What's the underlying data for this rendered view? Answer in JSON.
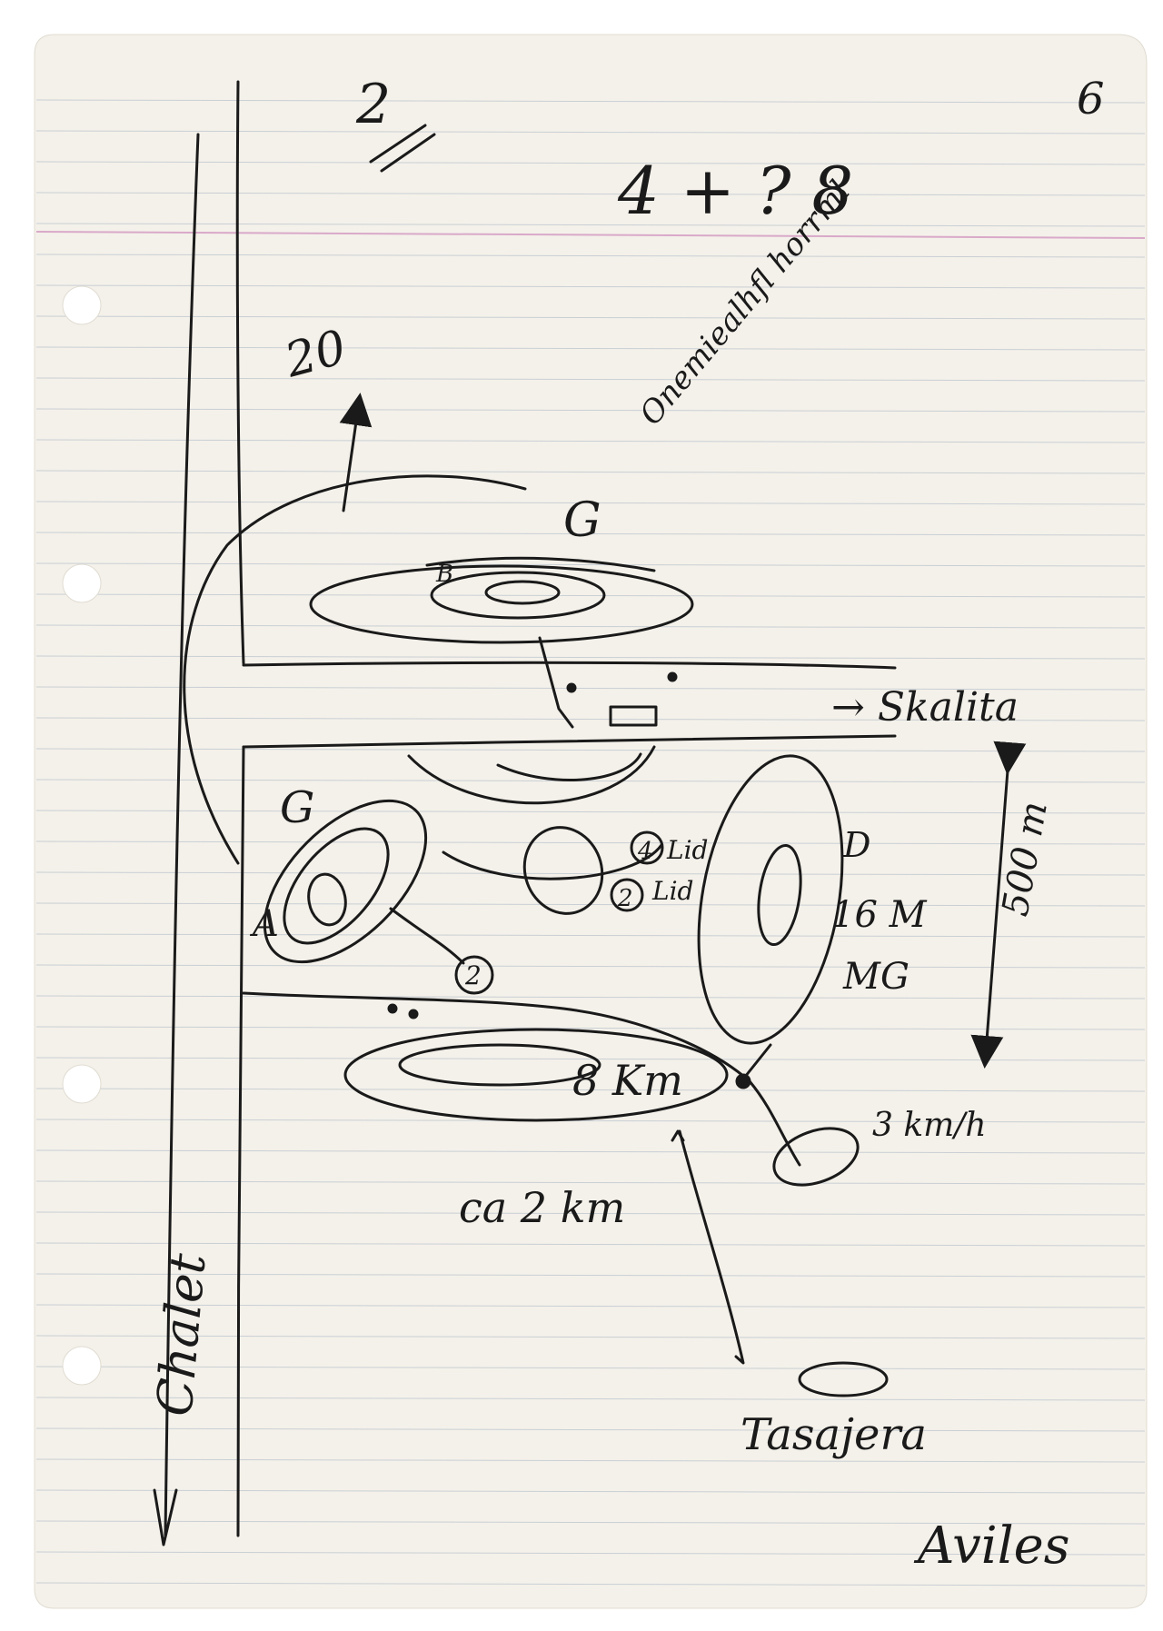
{
  "page": {
    "page_number": "6",
    "header_sum": "4 + ? 8",
    "scale_top": "2",
    "north_value": "20",
    "note_right": "Onemiealhfl horrml",
    "label_g_top": "G",
    "label_b": "B",
    "label_g_left": "G",
    "label_a": "A",
    "label_skalita": "→ Skalita",
    "label_d": "D",
    "label_16m": "16 M",
    "label_mg": "MG",
    "label_500m": "500 m",
    "circle_4": "4",
    "circle_4_note": "Lid",
    "circle_2": "2",
    "circle_2_note": "Lid",
    "circle_2_small": "2",
    "label_8km": "8 Km",
    "label_3km": "3 km/h",
    "label_ca2km": "ca 2 km",
    "label_tasajera": "Tasajera",
    "label_chalet": "Chalet",
    "label_aviles": "Aviles"
  },
  "colors": {
    "paper": "#f4f1ea",
    "rule_line": "#c9cfd4",
    "margin_line": "#d9a9c9",
    "ink": "#1a1a1a",
    "bleed": "#d6d2c8"
  }
}
